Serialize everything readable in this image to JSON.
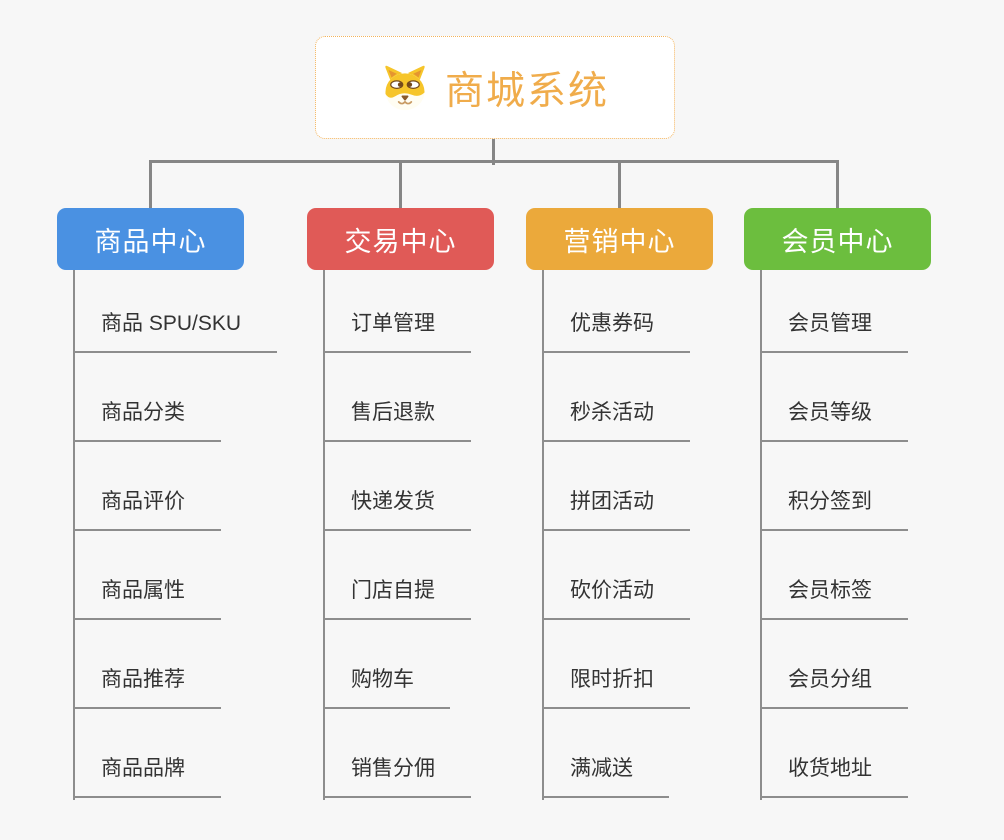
{
  "root": {
    "title": "商城系统",
    "icon": "doge-face-icon"
  },
  "branches": [
    {
      "label": "商品中心",
      "color": "#4A91E2",
      "items": [
        "商品 SPU/SKU",
        "商品分类",
        "商品评价",
        "商品属性",
        "商品推荐",
        "商品品牌"
      ]
    },
    {
      "label": "交易中心",
      "color": "#E05A57",
      "items": [
        "订单管理",
        "售后退款",
        "快递发货",
        "门店自提",
        "购物车",
        "销售分佣"
      ]
    },
    {
      "label": "营销中心",
      "color": "#EBA93B",
      "items": [
        "优惠券码",
        "秒杀活动",
        "拼团活动",
        "砍价活动",
        "限时折扣",
        "满减送"
      ]
    },
    {
      "label": "会员中心",
      "color": "#6CBE3E",
      "items": [
        "会员管理",
        "会员等级",
        "积分签到",
        "会员标签",
        "会员分组",
        "收货地址"
      ]
    }
  ],
  "colors": {
    "background": "#F7F7F7",
    "node_background": "#FFFFFF",
    "root_border": "#F3B45D",
    "root_text": "#F0AC4B",
    "connector": "#868686",
    "underline": "#8D8D8D",
    "leaf_text": "#333333",
    "branch_text": "#FFFFFF"
  }
}
